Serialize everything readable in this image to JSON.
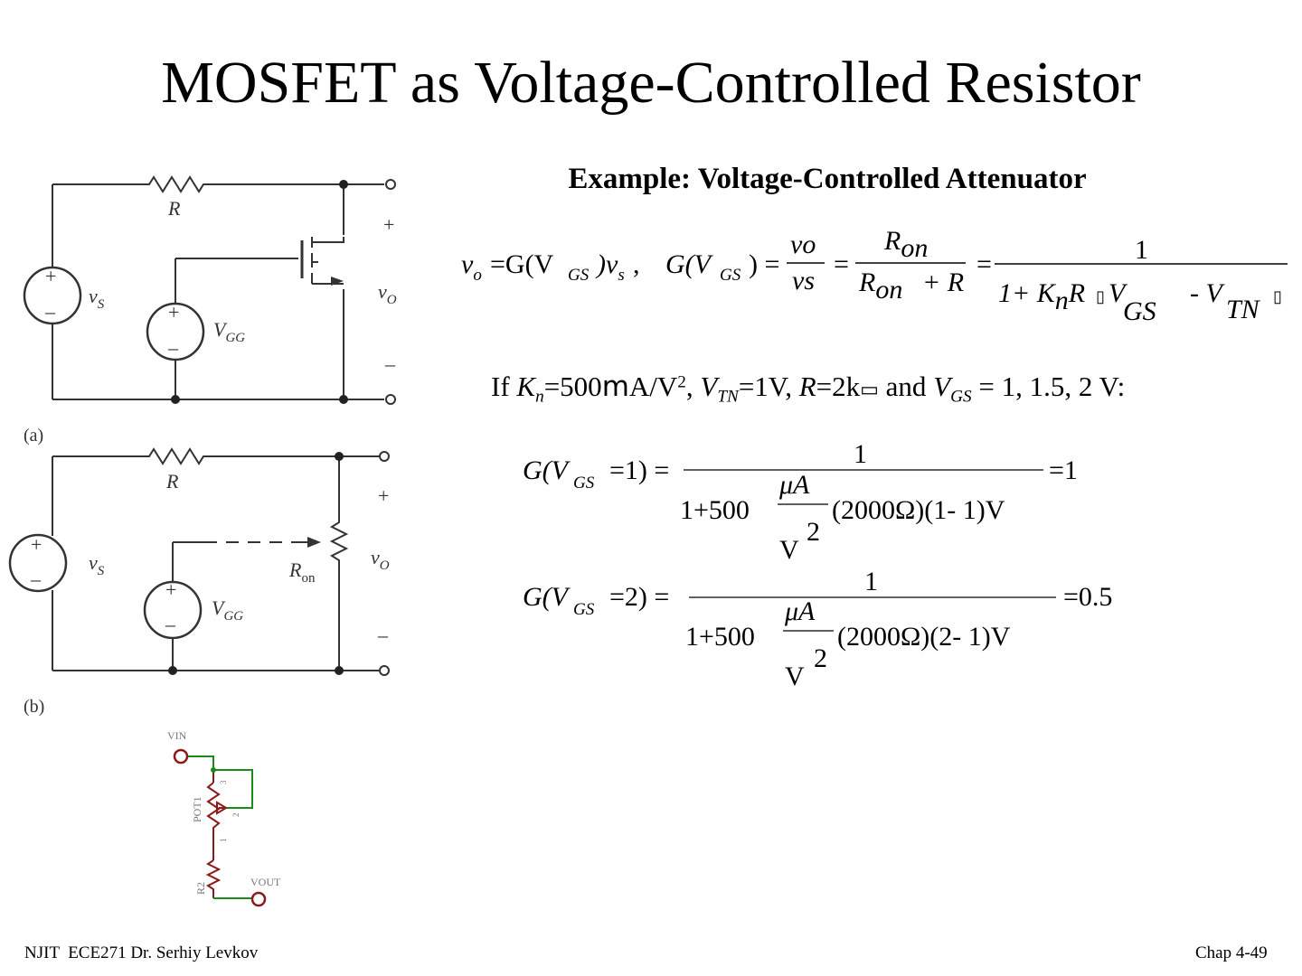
{
  "slide": {
    "title": "MOSFET as Voltage-Controlled Resistor",
    "example_title": "Example: Voltage-Controlled Attenuator",
    "footer_left": "NJIT  ECE271 Dr. Serhiy Levkov",
    "footer_right": "Chap 4-49"
  },
  "condition": {
    "prefix": "If ",
    "k": "K",
    "k_sub": "n",
    "k_val": "=500",
    "mu": "m",
    "k_unit": "A/V",
    "k_exp": "2",
    "sep1": ", ",
    "vtn": "V",
    "vtn_sub": "TN",
    "vtn_val": "=1V, ",
    "r": "R",
    "r_val": "=2k",
    "omega": "▭",
    "mid": " and ",
    "vgs": "V",
    "vgs_sub": "GS",
    "vgs_val": " = 1, 1.5, 2 V:"
  },
  "eq_main": {
    "vo": "v",
    "vo_sub": "o",
    "eq1": "=G(V",
    "gs": "GS",
    "vs": ")v",
    "vs_sub": "s",
    "comma": ",",
    "g": "G(V",
    "g_sub": "GS",
    "g_close": ") =",
    "frac1_num": "v",
    "frac1_num_sub": "o",
    "frac1_den": "v",
    "frac1_den_sub": "s",
    "eq2": "=",
    "frac2_num": "R",
    "frac2_num_sub": "on",
    "frac2_den": "R",
    "frac2_den_sub": "on",
    "frac2_den_plus": "+ R",
    "eq3": "=",
    "frac3_num": "1",
    "frac3_den_a": "1+ K",
    "frac3_den_sub": "n",
    "frac3_den_b": "R",
    "frac3_den_c": "V",
    "frac3_den_gs": "GS",
    "frac3_den_minus": "- V",
    "frac3_den_tn": "TN",
    "box": "▯"
  },
  "eq1": {
    "lhs": "G(V",
    "lhs_sub": "GS",
    "lhs_tail": "=1) =",
    "num": "1",
    "den_a": "1+500",
    "mu_a": "μA",
    "two": "2",
    "v": "V",
    "den_b": "(2000Ω)(1- 1)V",
    "result": "=1"
  },
  "eq2": {
    "lhs": "G(V",
    "lhs_sub": "GS",
    "lhs_tail": "=2) =",
    "num": "1",
    "den_a": "1+500",
    "mu_a": "μA",
    "two": "2",
    "v": "V",
    "den_b": "(2000Ω)(2- 1)V",
    "result": "=0.5"
  },
  "circuit_a": {
    "label": "(a)",
    "r": "R",
    "plus": "+",
    "minus": "–",
    "vs": "v",
    "vs_sub": "S",
    "vgg": "V",
    "vgg_sub": "GG",
    "vo": "v",
    "vo_sub": "O"
  },
  "circuit_b": {
    "label": "(b)",
    "r": "R",
    "plus": "+",
    "minus": "–",
    "vs": "v",
    "vs_sub": "S",
    "vgg": "V",
    "vgg_sub": "GG",
    "vo": "v",
    "vo_sub": "O",
    "ron": "R",
    "ron_sub": "on"
  },
  "schematic": {
    "vin": "VIN",
    "vout": "VOUT",
    "pot": "POT1",
    "r2": "R2",
    "pin1": "1",
    "pin2": "2",
    "pin3": "3"
  },
  "colors": {
    "wire_green": "#1a8a1a",
    "component_red": "#8b1a1a"
  }
}
